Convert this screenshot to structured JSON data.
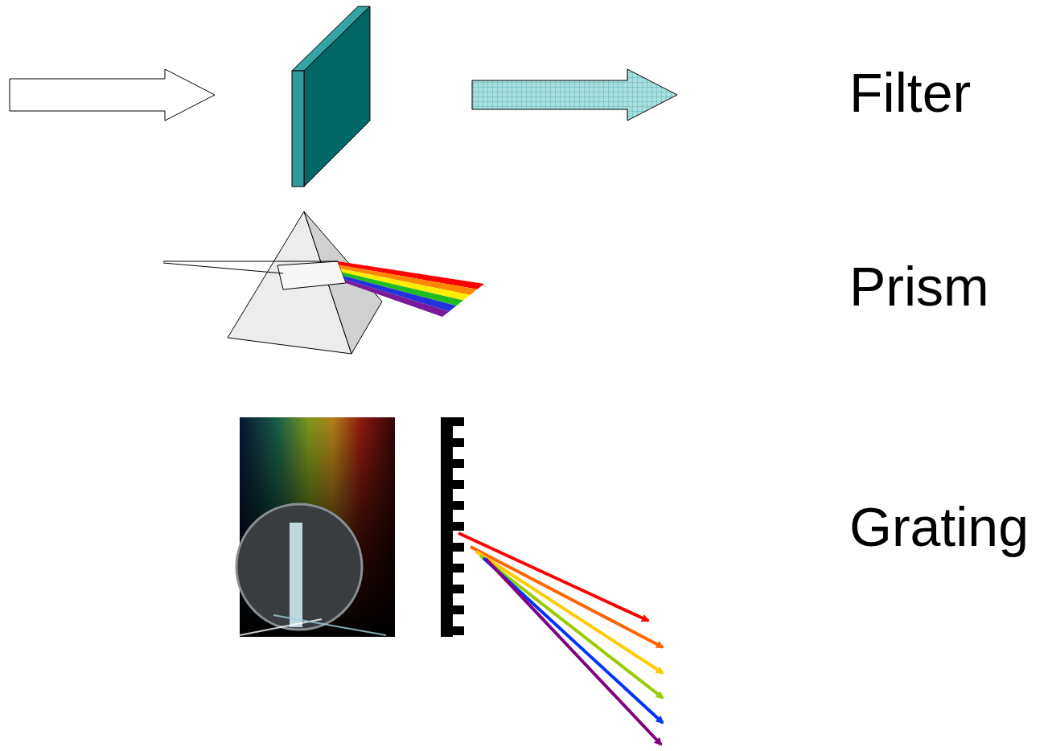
{
  "diagram": {
    "labels": [
      "Filter",
      "Prism",
      "Grating"
    ]
  }
}
